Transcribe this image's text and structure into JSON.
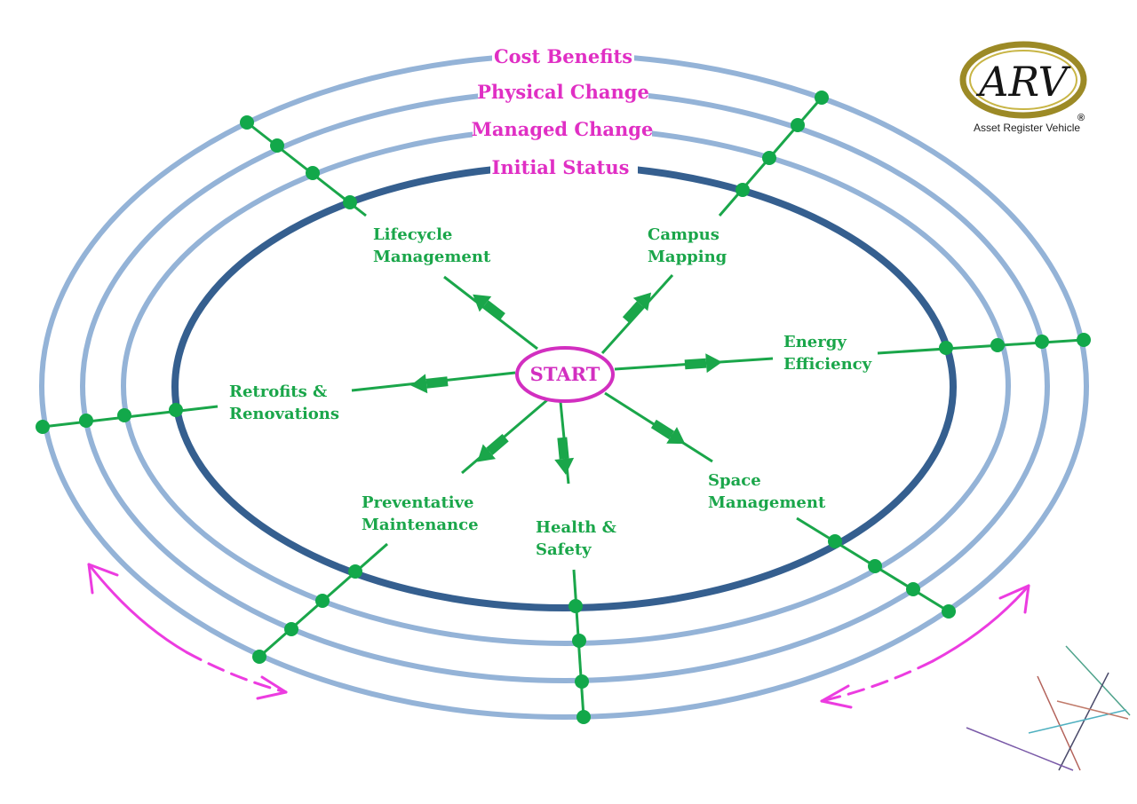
{
  "rings": [
    {
      "label": "Cost Benefits",
      "color": "#94b3d7"
    },
    {
      "label": "Physical Change",
      "color": "#94b3d7"
    },
    {
      "label": "Managed Change",
      "color": "#94b3d7"
    },
    {
      "label": "Initial Status",
      "color": "#355f8f"
    }
  ],
  "center": {
    "label": "START",
    "color": "#d22fc0"
  },
  "spokes": [
    {
      "line1": "Lifecycle",
      "line2": "Management"
    },
    {
      "line1": "Campus",
      "line2": "Mapping"
    },
    {
      "line1": "Energy",
      "line2": "Efficiency"
    },
    {
      "line1": "Retrofits &",
      "line2": "Renovations"
    },
    {
      "line1": "Preventative",
      "line2": "Maintenance"
    },
    {
      "line1": "Health &",
      "line2": "Safety"
    },
    {
      "line1": "Space",
      "line2": "Management"
    }
  ],
  "logo": {
    "text": "ARV",
    "subtitle": "Asset Register Vehicle",
    "registered": "®"
  },
  "colors": {
    "spoke": "#1aa64a",
    "node": "#12a84a",
    "arrow": "#ec3ce0"
  }
}
